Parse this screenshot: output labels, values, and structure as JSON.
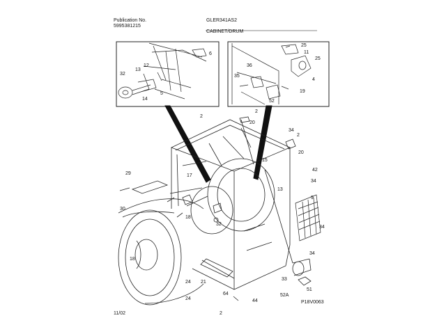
{
  "header": {
    "publication_label": "Publication No.",
    "publication_number": "5995381215",
    "model": "GLER341AS2",
    "section_title": "CABINET/DRUM"
  },
  "footer": {
    "date": "11/02",
    "page": "2",
    "figure_code": "P18V0063"
  },
  "callouts": {
    "inset_left": [
      "6",
      "12",
      "13",
      "32",
      "5",
      "14"
    ],
    "inset_right": [
      "25",
      "11",
      "25",
      "36",
      "35",
      "4",
      "52",
      "19"
    ],
    "main": [
      "2",
      "2",
      "20",
      "34",
      "2",
      "20",
      "42",
      "29",
      "17",
      "15",
      "13",
      "34",
      "9",
      "30",
      "18",
      "32",
      "34",
      "18",
      "34",
      "24",
      "21",
      "64",
      "33",
      "51",
      "24",
      "52A",
      "44"
    ]
  }
}
